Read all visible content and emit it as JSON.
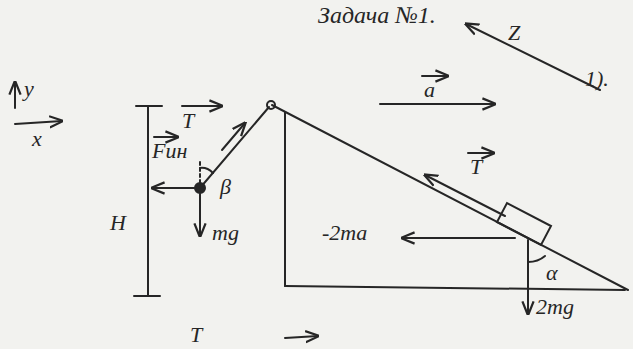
{
  "diagram": {
    "title": "Задача №1.",
    "labels": [
      "y",
      "x",
      "T",
      "Fин",
      "H",
      "β",
      "mg",
      "a",
      "Z",
      "1).",
      "T",
      "-2ma",
      "α",
      "2mg",
      "T"
    ]
  }
}
